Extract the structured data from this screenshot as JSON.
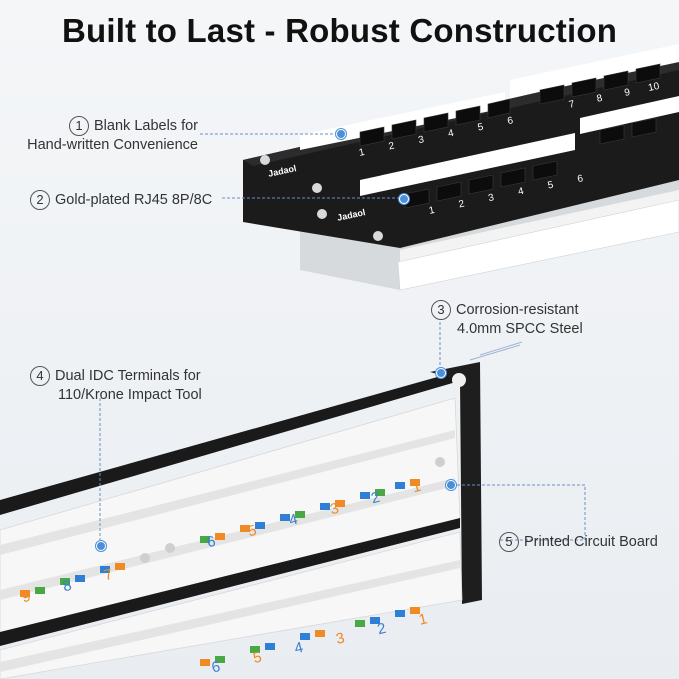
{
  "title": "Built to Last - Robust Construction",
  "callouts": [
    {
      "num": "1",
      "line1": "Blank Labels for",
      "line2": "Hand-written Convenience"
    },
    {
      "num": "2",
      "line1": "Gold-plated RJ45 8P/8C"
    },
    {
      "num": "3",
      "line1": "Corrosion-resistant",
      "line2": "4.0mm SPCC Steel"
    },
    {
      "num": "4",
      "line1": "Dual IDC Terminals for",
      "line2": "110/Krone Impact Tool"
    },
    {
      "num": "5",
      "line1": "Printed Circuit Board"
    }
  ],
  "brand": "Jadaol",
  "top_port_numbers": [
    "1",
    "2",
    "3",
    "4",
    "5",
    "6"
  ],
  "top_port_numbers_right": [
    "7",
    "8",
    "9",
    "10"
  ],
  "idc_numbers_upper": [
    "1",
    "2",
    "3",
    "4",
    "5",
    "6"
  ],
  "idc_numbers_left": [
    "7",
    "8",
    "9"
  ],
  "idc_numbers_lower": [
    "1",
    "2",
    "3",
    "4",
    "5",
    "6"
  ],
  "colors": {
    "accent_dot": "#4a90d9",
    "panel": "#1c1c1c",
    "leader": "#6b8fc7"
  }
}
